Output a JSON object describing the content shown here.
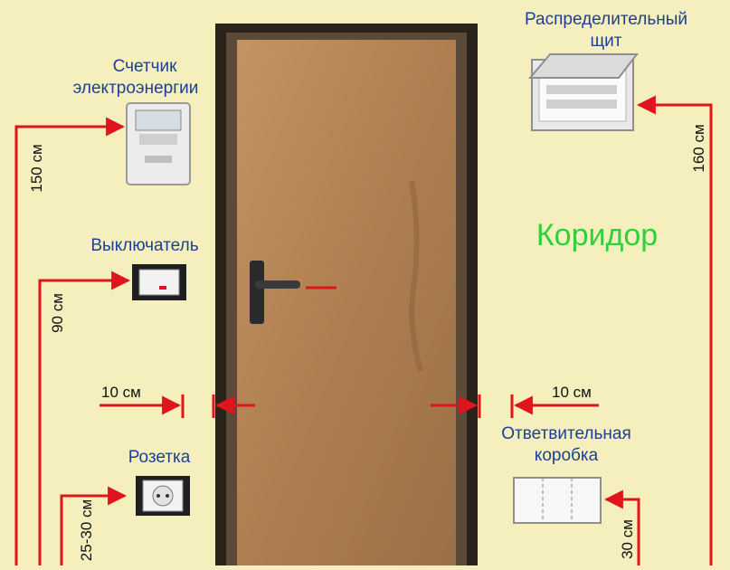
{
  "room_label": "Коридор",
  "devices": {
    "panel": {
      "label_line1": "Распределительный",
      "label_line2": "щит",
      "height": "160 см"
    },
    "meter": {
      "label_line1": "Счетчик",
      "label_line2": "электроэнергии",
      "height": "150 см"
    },
    "switch": {
      "label": "Выключатель",
      "height": "90 см"
    },
    "socket": {
      "label": "Розетка",
      "height": "25-30 см"
    },
    "junction_box": {
      "label_line1": "Ответвительная",
      "label_line2": "коробка",
      "height": "30 см"
    }
  },
  "door_offsets": {
    "left": "10 см",
    "right": "10 см"
  },
  "colors": {
    "background": "#f4efbd",
    "arrow": "#e0141c",
    "label": "#1d3f95",
    "room": "#31d03a",
    "door": "#b07a4a",
    "frame": "#2a231c"
  }
}
